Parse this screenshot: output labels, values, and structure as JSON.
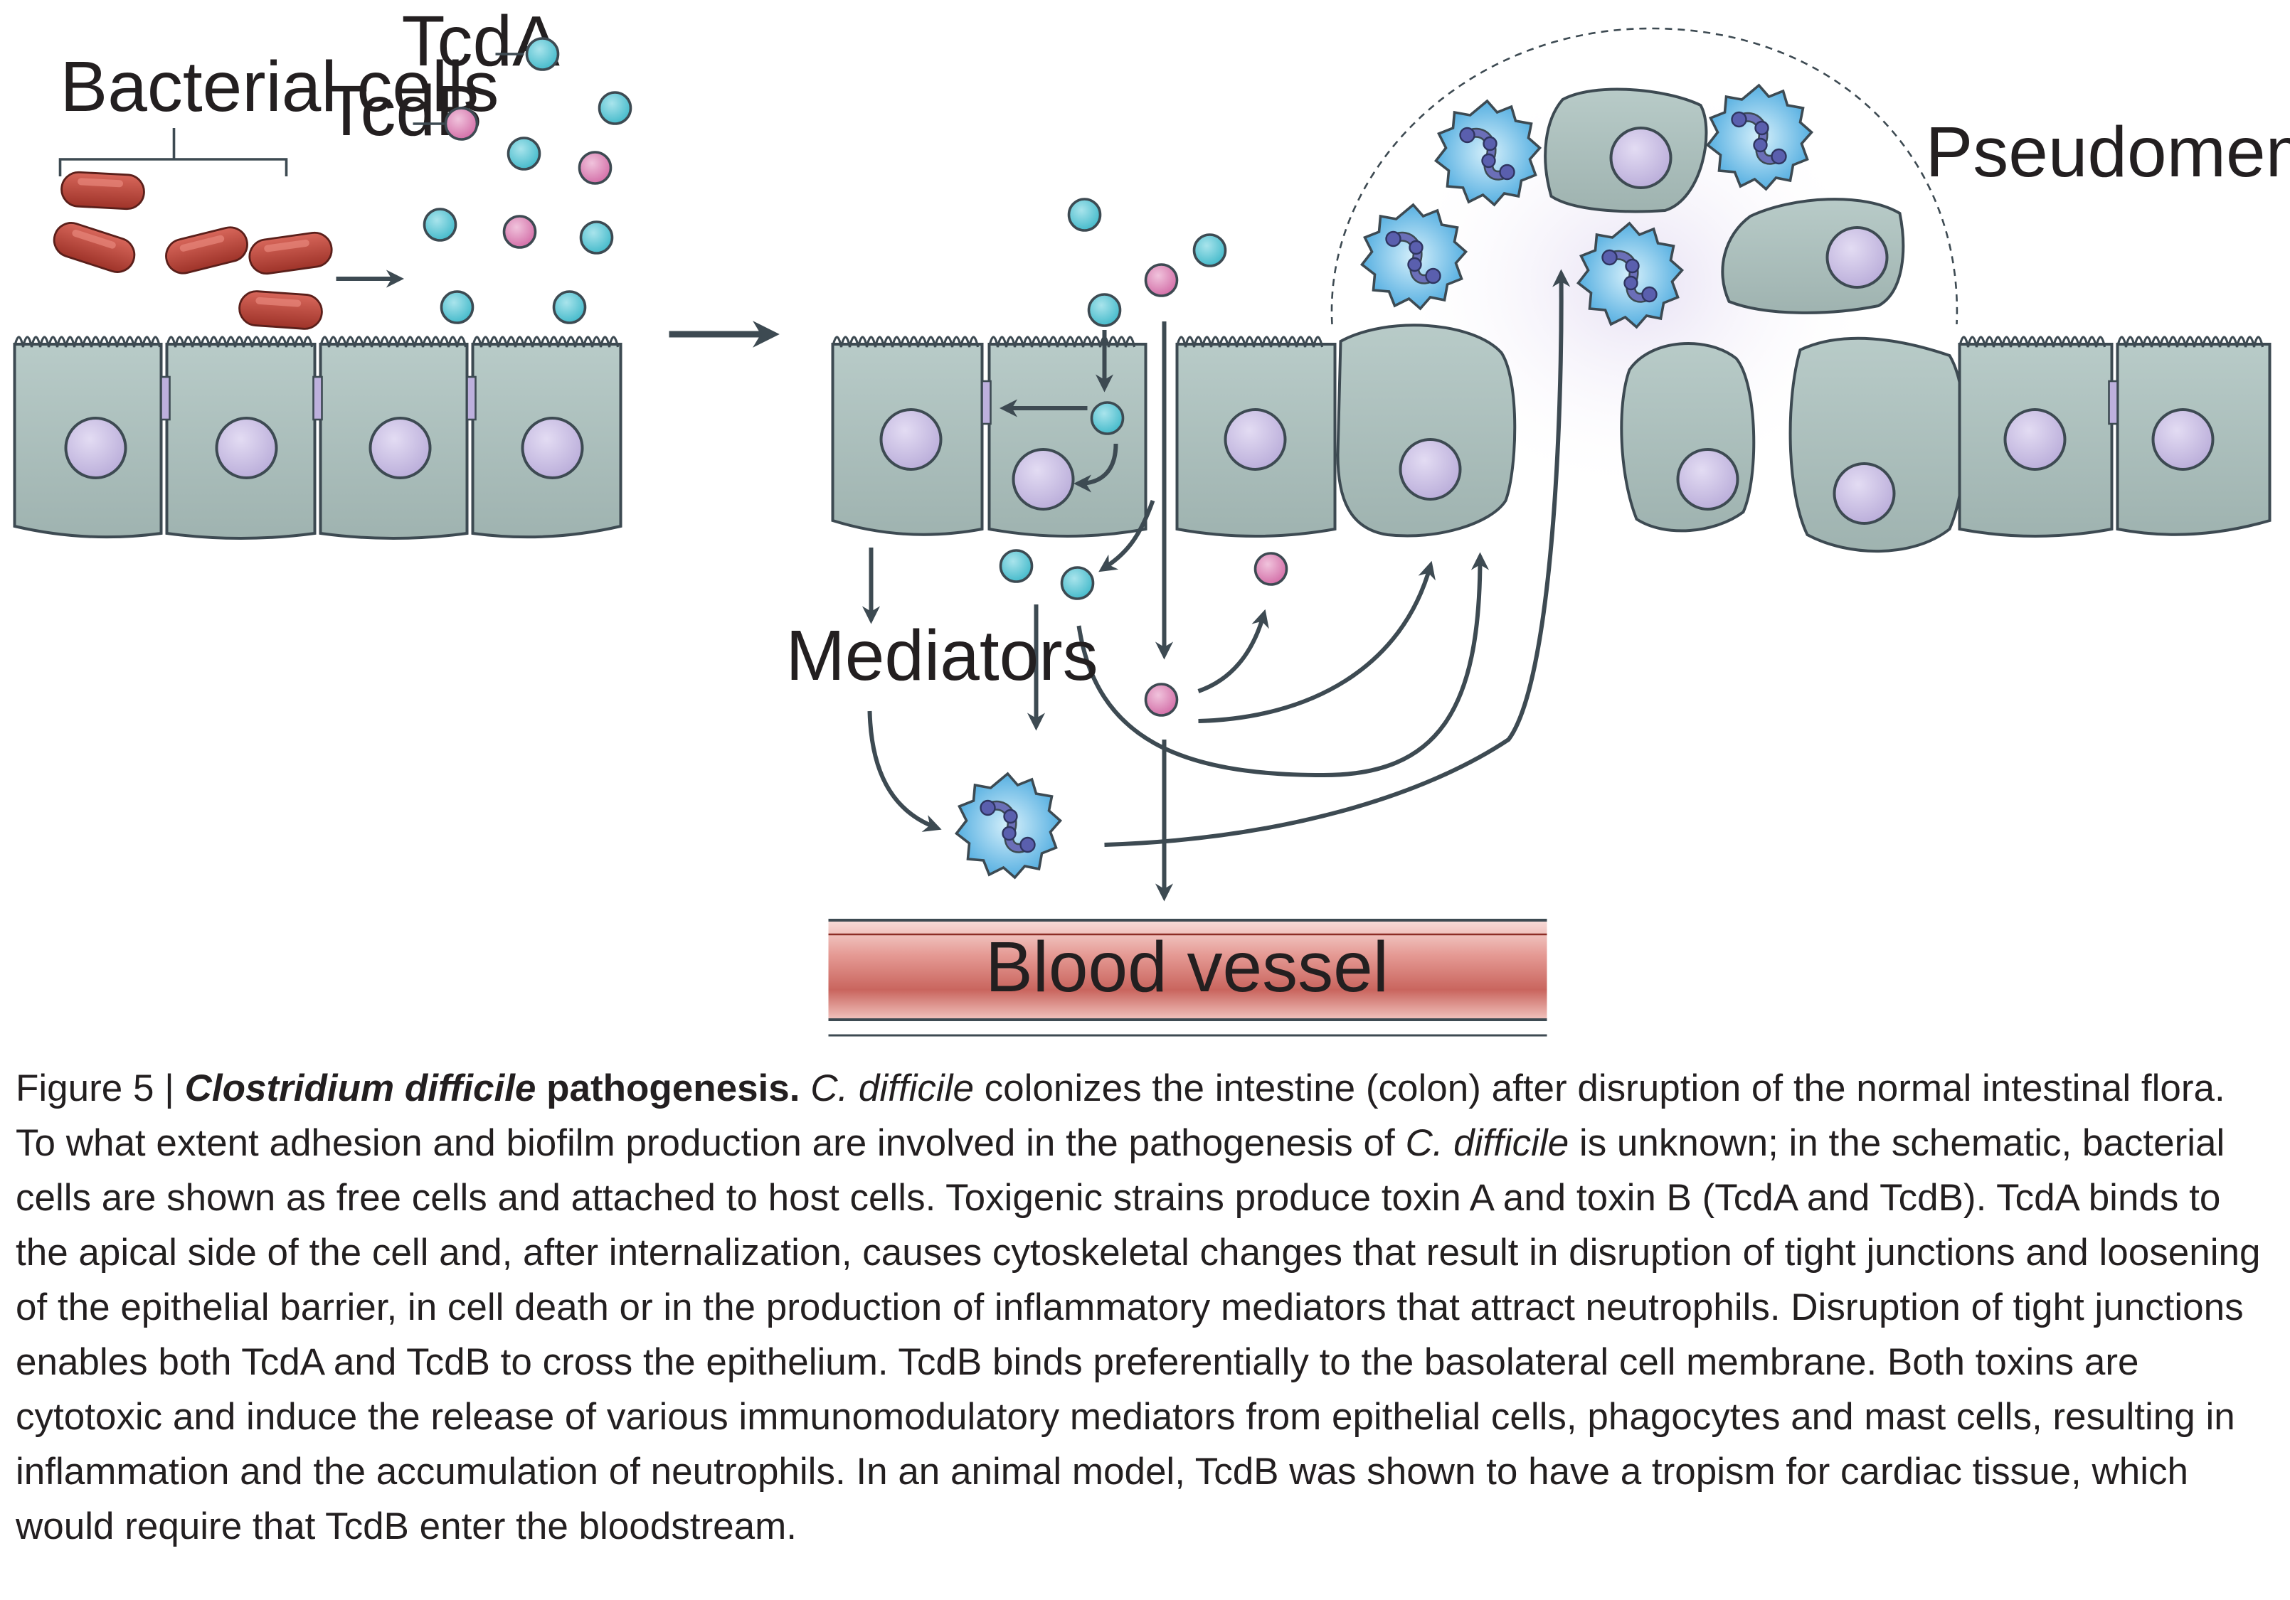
{
  "labels": {
    "tcda": "TcdA",
    "tcdb": "TcdB",
    "bacterial_cells": "Bacterial cells",
    "pseudomembrane": "Pseudomembrane",
    "mediators": "Mediators",
    "blood_vessel": "Blood vessel"
  },
  "caption": {
    "figure_number": "Figure 5 | ",
    "title": "Clostridium difficile",
    "title_rest": " pathogenesis.",
    "seg1_italic": " C. difficile",
    "seg2": " colonizes the intestine (colon) after disruption of the normal intestinal flora. To what extent adhesion and biofilm production are involved in the pathogenesis of ",
    "seg3_italic": "C. difficile",
    "seg4": " is unknown; in the schematic, bacterial cells are shown as free cells and attached to host cells. Toxigenic strains produce toxin A and toxin B (TcdA and TcdB). TcdA binds to the apical side of the cell and, after internalization, causes cytoskeletal changes that result in disruption of tight junctions and loosening of the epithelial barrier, in cell death or in the production of inflammatory mediators that attract neutrophils. Disruption of tight junctions enables both TcdA and TcdB to cross the epithelium. TcdB binds preferentially to the basolateral cell membrane. Both toxins are cytotoxic and induce the release of various immunomodulatory mediators from epithelial cells, phagocytes and mast cells, resulting in inflammation and the accumulation of neutrophils. In an animal model, TcdB was shown to have a tropism for cardiac tissue, which would require that TcdB enter the bloodstream."
  },
  "colors": {
    "tcda": "#3fb8c9",
    "tcdb": "#d26aa5",
    "bacteria": "#b5453a",
    "cell": "#a9bebb",
    "nucleus": "#cdc3e6",
    "neutrophil": "#45a7dc",
    "arrow": "#3d4a52"
  }
}
